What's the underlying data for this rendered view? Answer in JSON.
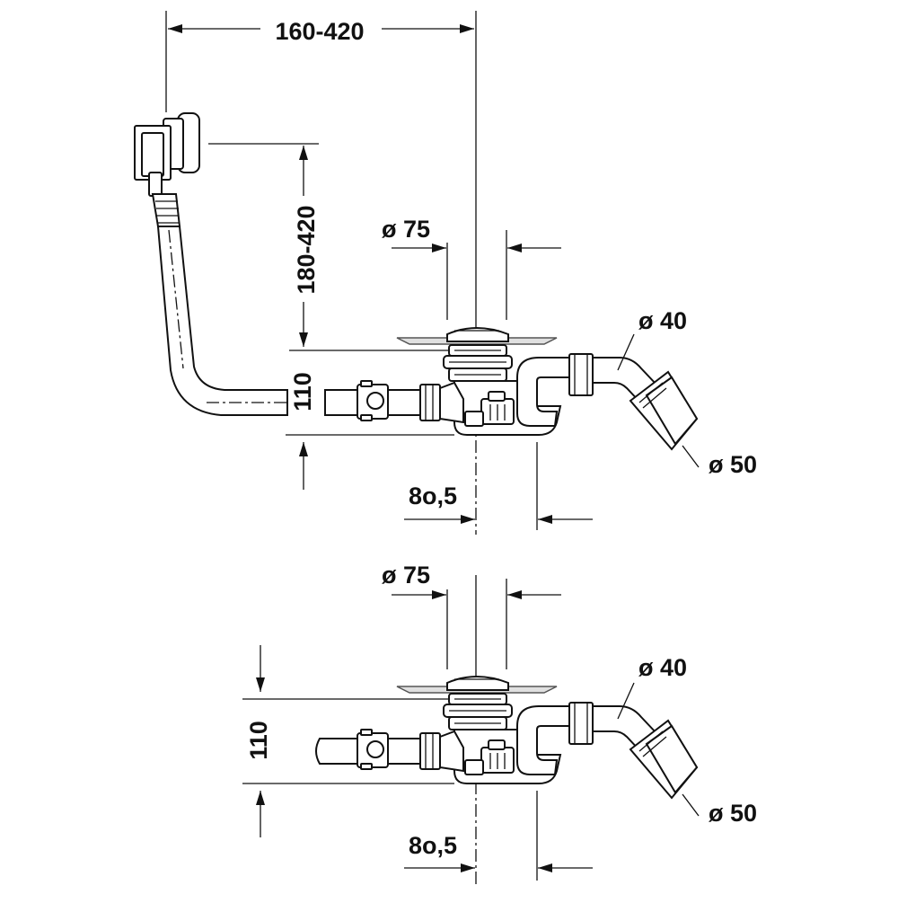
{
  "top_view": {
    "dim_width": "160-420",
    "dim_height_overflow": "180-420",
    "dim_diameter_drain": "ø 75",
    "dim_diameter_outlet": "ø 40",
    "dim_diameter_connector": "ø 50",
    "dim_height_trap": "110",
    "dim_offset": "8o,5"
  },
  "bottom_view": {
    "dim_diameter_drain": "ø 75",
    "dim_diameter_outlet": "ø 40",
    "dim_diameter_connector": "ø 50",
    "dim_height_trap": "110",
    "dim_offset": "8o,5"
  }
}
